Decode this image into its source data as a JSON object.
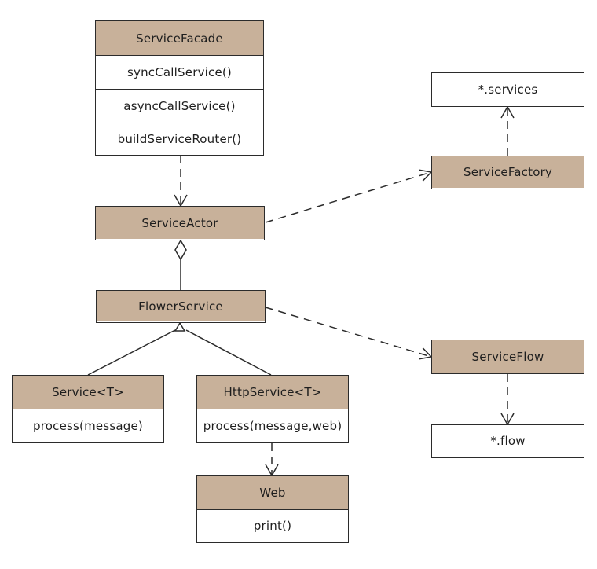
{
  "classes": {
    "service_facade": {
      "name": "ServiceFacade",
      "methods": [
        "syncCallService()",
        "asyncCallService()",
        "buildServiceRouter()"
      ]
    },
    "service_actor": {
      "name": "ServiceActor"
    },
    "flower_service": {
      "name": "FlowerService"
    },
    "service": {
      "name": "Service<T>",
      "methods": [
        "process(message)"
      ]
    },
    "http_service": {
      "name": "HttpService<T>",
      "methods": [
        "process(message,web)"
      ]
    },
    "web": {
      "name": "Web",
      "methods": [
        "print()"
      ]
    },
    "service_factory": {
      "name": "ServiceFactory"
    },
    "service_flow": {
      "name": "ServiceFlow"
    }
  },
  "packages": {
    "services": "*.services",
    "flow": "*.flow"
  },
  "colors": {
    "header_fill": "#c8b19a",
    "line": "#2b2b2b",
    "background": "#ffffff"
  },
  "relationships": [
    {
      "from": "ServiceFacade",
      "to": "ServiceActor",
      "type": "dependency"
    },
    {
      "from": "ServiceActor",
      "to": "ServiceFactory",
      "type": "dependency"
    },
    {
      "from": "ServiceFactory",
      "to": "*.services",
      "type": "dependency"
    },
    {
      "from": "ServiceActor",
      "to": "FlowerService",
      "type": "aggregation"
    },
    {
      "from": "Service<T>",
      "to": "FlowerService",
      "type": "inheritance"
    },
    {
      "from": "HttpService<T>",
      "to": "FlowerService",
      "type": "inheritance"
    },
    {
      "from": "FlowerService",
      "to": "ServiceFlow",
      "type": "dependency"
    },
    {
      "from": "ServiceFlow",
      "to": "*.flow",
      "type": "dependency"
    },
    {
      "from": "HttpService<T>",
      "to": "Web",
      "type": "dependency"
    }
  ]
}
